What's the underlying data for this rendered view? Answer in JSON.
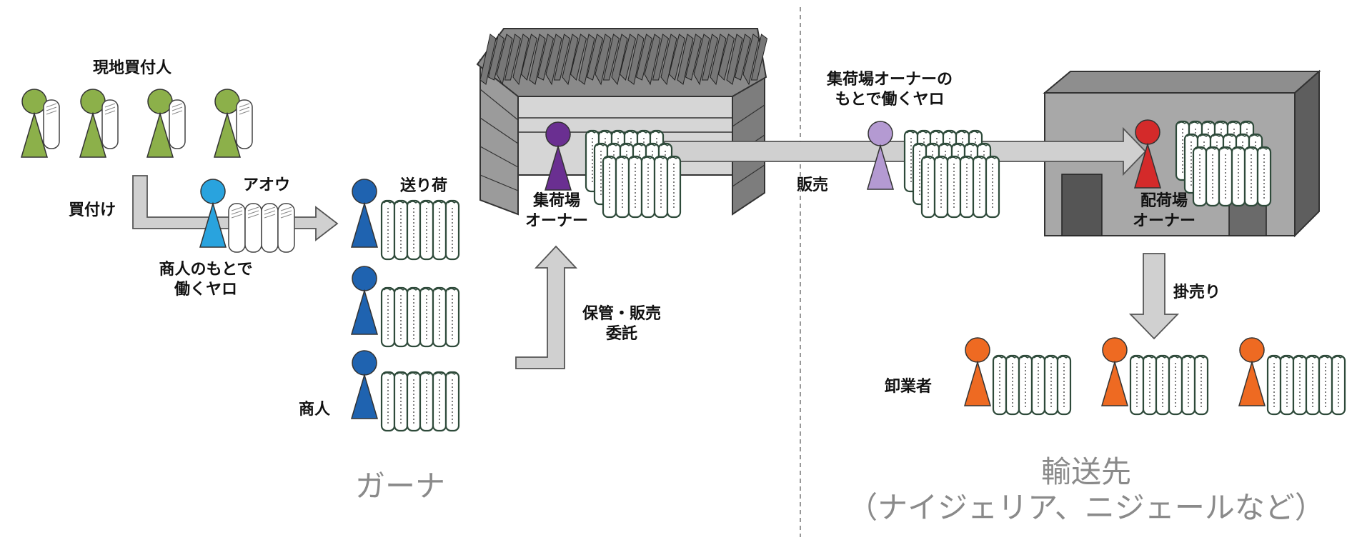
{
  "labels": {
    "local_buyers": "現地買付人",
    "buying": "買付け",
    "aou": "アオウ",
    "yaro_merchant_line1": "商人のもとで",
    "yaro_merchant_line2": "働くヤロ",
    "consignment": "送り荷",
    "merchant": "商人",
    "depot_owner_line1": "集荷場",
    "depot_owner_line2": "オーナー",
    "storage_line1": "保管・販売",
    "storage_line2": "委託",
    "yaro_depot_line1": "集荷場オーナーの",
    "yaro_depot_line2": "もとで働くヤロ",
    "sales": "販売",
    "dist_owner_line1": "配荷場",
    "dist_owner_line2": "オーナー",
    "credit_sales": "掛売り",
    "wholesaler": "卸業者"
  },
  "regions": {
    "ghana": "ガーナ",
    "destination_line1": "輸送先",
    "destination_line2": "（ナイジェリア、ニジェールなど）"
  },
  "colors": {
    "local_buyer": "#8cb04a",
    "aou": "#29a3de",
    "merchant": "#1f63b0",
    "depot_owner": "#6a2f91",
    "depot_yaro": "#b49ad2",
    "dist_owner": "#d42a2a",
    "wholesaler": "#ee6a22",
    "arrow_fill": "#d0d0d0",
    "arrow_stroke": "#555555",
    "bag_outline": "#2e4a3a"
  }
}
